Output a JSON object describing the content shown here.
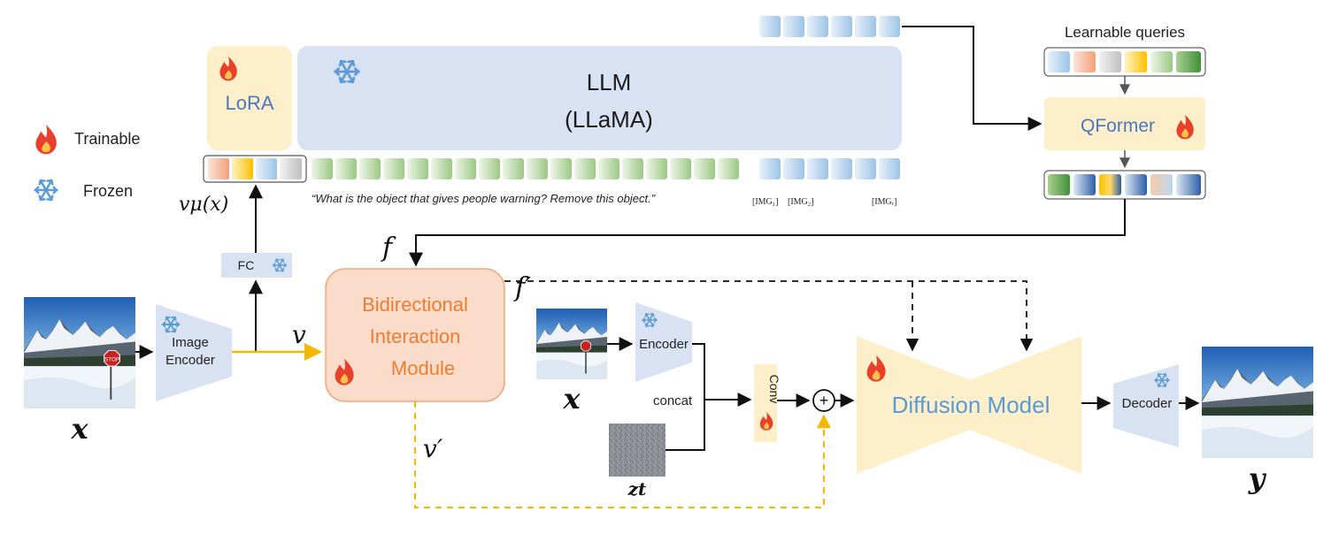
{
  "legend": {
    "trainable_label": "Trainable",
    "frozen_label": "Frozen"
  },
  "llm": {
    "title": "LLM",
    "subtitle": "(LLaMA)",
    "lora_label": "LoRA"
  },
  "prompt": {
    "text": "“What is the object that gives people warning? Remove this object.”",
    "img1": "[IMG₁]",
    "img2": "[IMG₂]",
    "imgr": "[IMGᵣ]"
  },
  "qformer": {
    "queries_label": "Learnable queries",
    "label": "QFormer"
  },
  "modules": {
    "fc": "FC",
    "image_encoder_line1": "Image",
    "image_encoder_line2": "Encoder",
    "bim_line1": "Bidirectional",
    "bim_line2": "Interaction",
    "bim_line3": "Module",
    "encoder": "Encoder",
    "concat": "concat",
    "conv": "Conv",
    "diffusion": "Diffusion Model",
    "decoder": "Decoder",
    "plus": "+"
  },
  "math": {
    "v_mu": "vμ(x)",
    "f": "f",
    "f_prime": "f′",
    "v": "v",
    "v_prime": "v′",
    "x_input": "x",
    "x_mid": "x",
    "z_t": "zt",
    "y": "y"
  },
  "colors": {
    "llm_fill": "#d9e2f3",
    "lora_fill": "#fdefc9",
    "bim_fill": "#fbdccb",
    "bim_stroke": "#f4a57a",
    "bim_text": "#ed7d31",
    "blue_text": "#4a78c0",
    "yellow_arrow": "#f5b800",
    "token_green": "#a9d18e",
    "token_blue": "#9dc3e6"
  }
}
